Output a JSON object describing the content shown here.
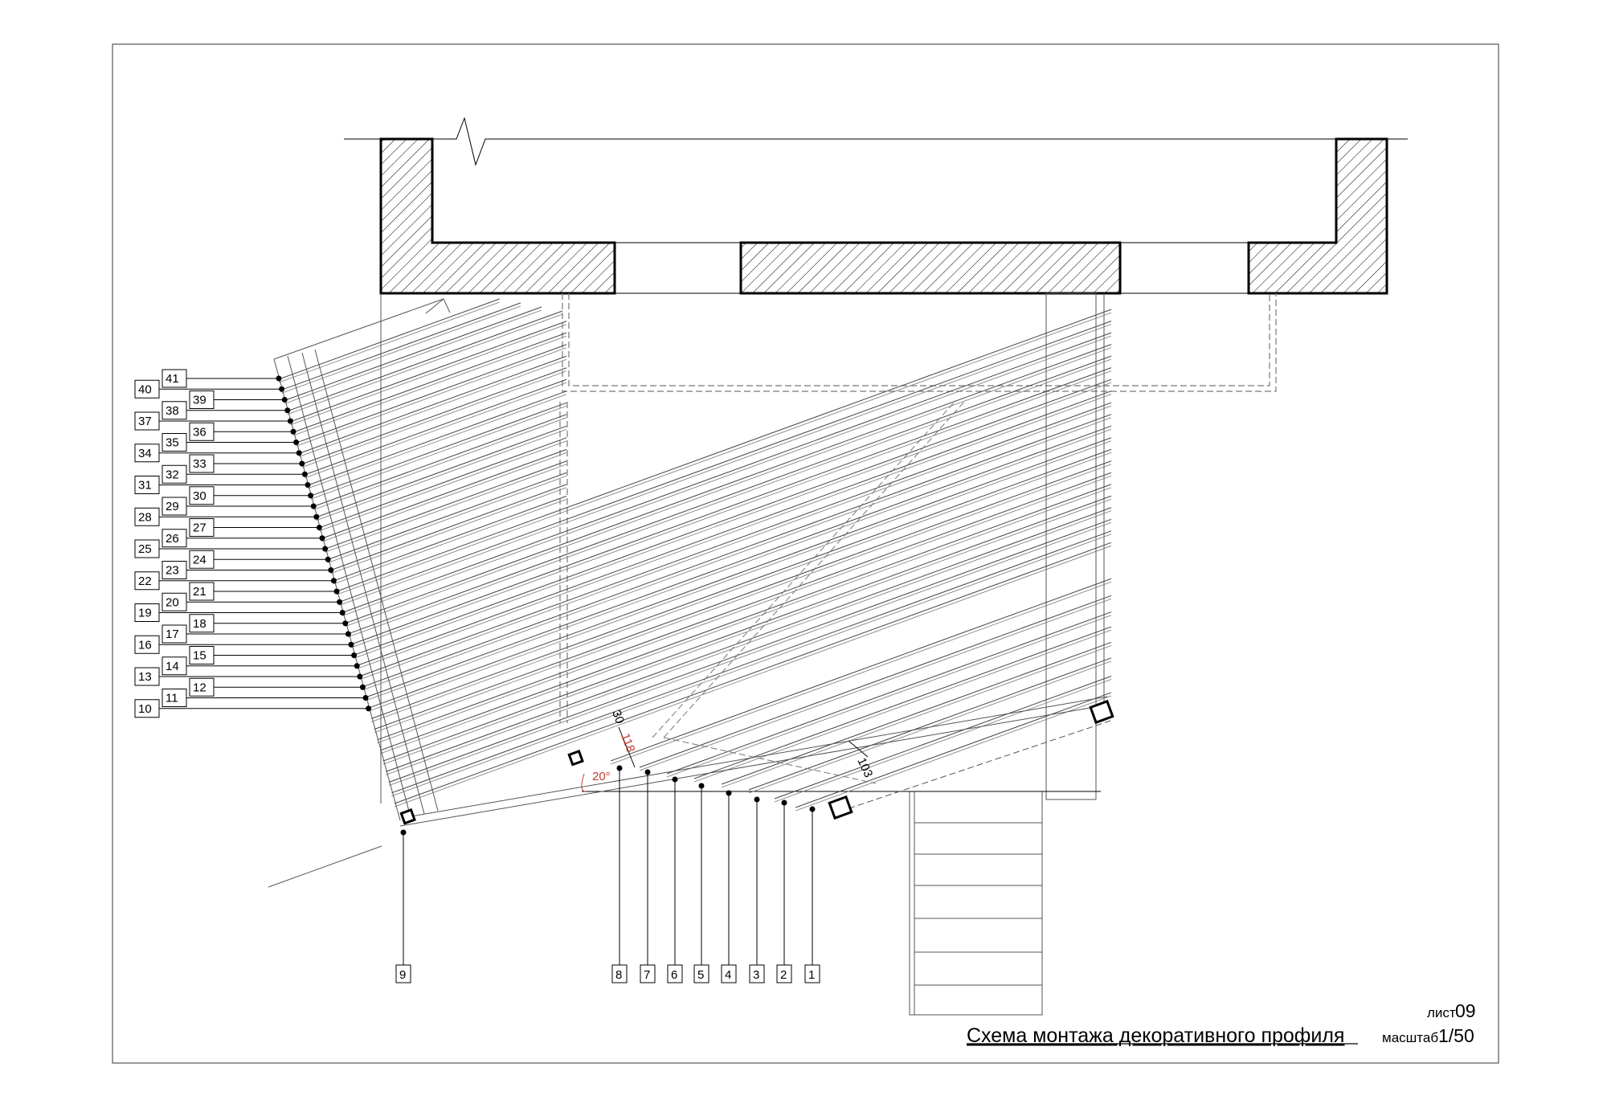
{
  "drawing": {
    "title": "Схема монтажа декоративного профиля",
    "sheet_label": "лист",
    "sheet_number": "09",
    "scale_label": "масштаб",
    "scale_value": "1/50"
  },
  "dimensions": {
    "spacing_small": "30",
    "spacing_large": "118",
    "angle": "20°",
    "offset": "103"
  },
  "bottom_labels": [
    "9",
    "8",
    "7",
    "6",
    "5",
    "4",
    "3",
    "2",
    "1"
  ],
  "left_labels_outer": [
    "40",
    "37",
    "34",
    "31",
    "28",
    "25",
    "22",
    "19",
    "16",
    "13",
    "10"
  ],
  "left_labels_middle": [
    "41",
    "38",
    "35",
    "32",
    "29",
    "26",
    "23",
    "20",
    "17",
    "14",
    "11"
  ],
  "left_labels_inner": [
    "39",
    "36",
    "33",
    "30",
    "27",
    "24",
    "21",
    "18",
    "15",
    "12"
  ],
  "colors": {
    "line": "#000000",
    "annotation": "#c0392b",
    "hatch": "#000000"
  }
}
